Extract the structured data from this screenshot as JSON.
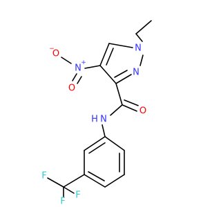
{
  "colors": {
    "background": "#ffffff",
    "carbon_bond": "#000000",
    "nitrogen": "#3333ff",
    "oxygen": "#ff0000",
    "fluorine": "#33cccc"
  },
  "atoms": {
    "n_pyrazole_1": "N",
    "n_pyrazole_2": "N",
    "n_amide": "N",
    "h_amide": "H",
    "n_nitro": "N",
    "nitro_plus": "+",
    "o_nitro_1": "O",
    "o_nitro_minus": "−",
    "o_nitro_2": "O",
    "o_carbonyl": "O",
    "f_1": "F",
    "f_2": "F",
    "f_3": "F"
  }
}
